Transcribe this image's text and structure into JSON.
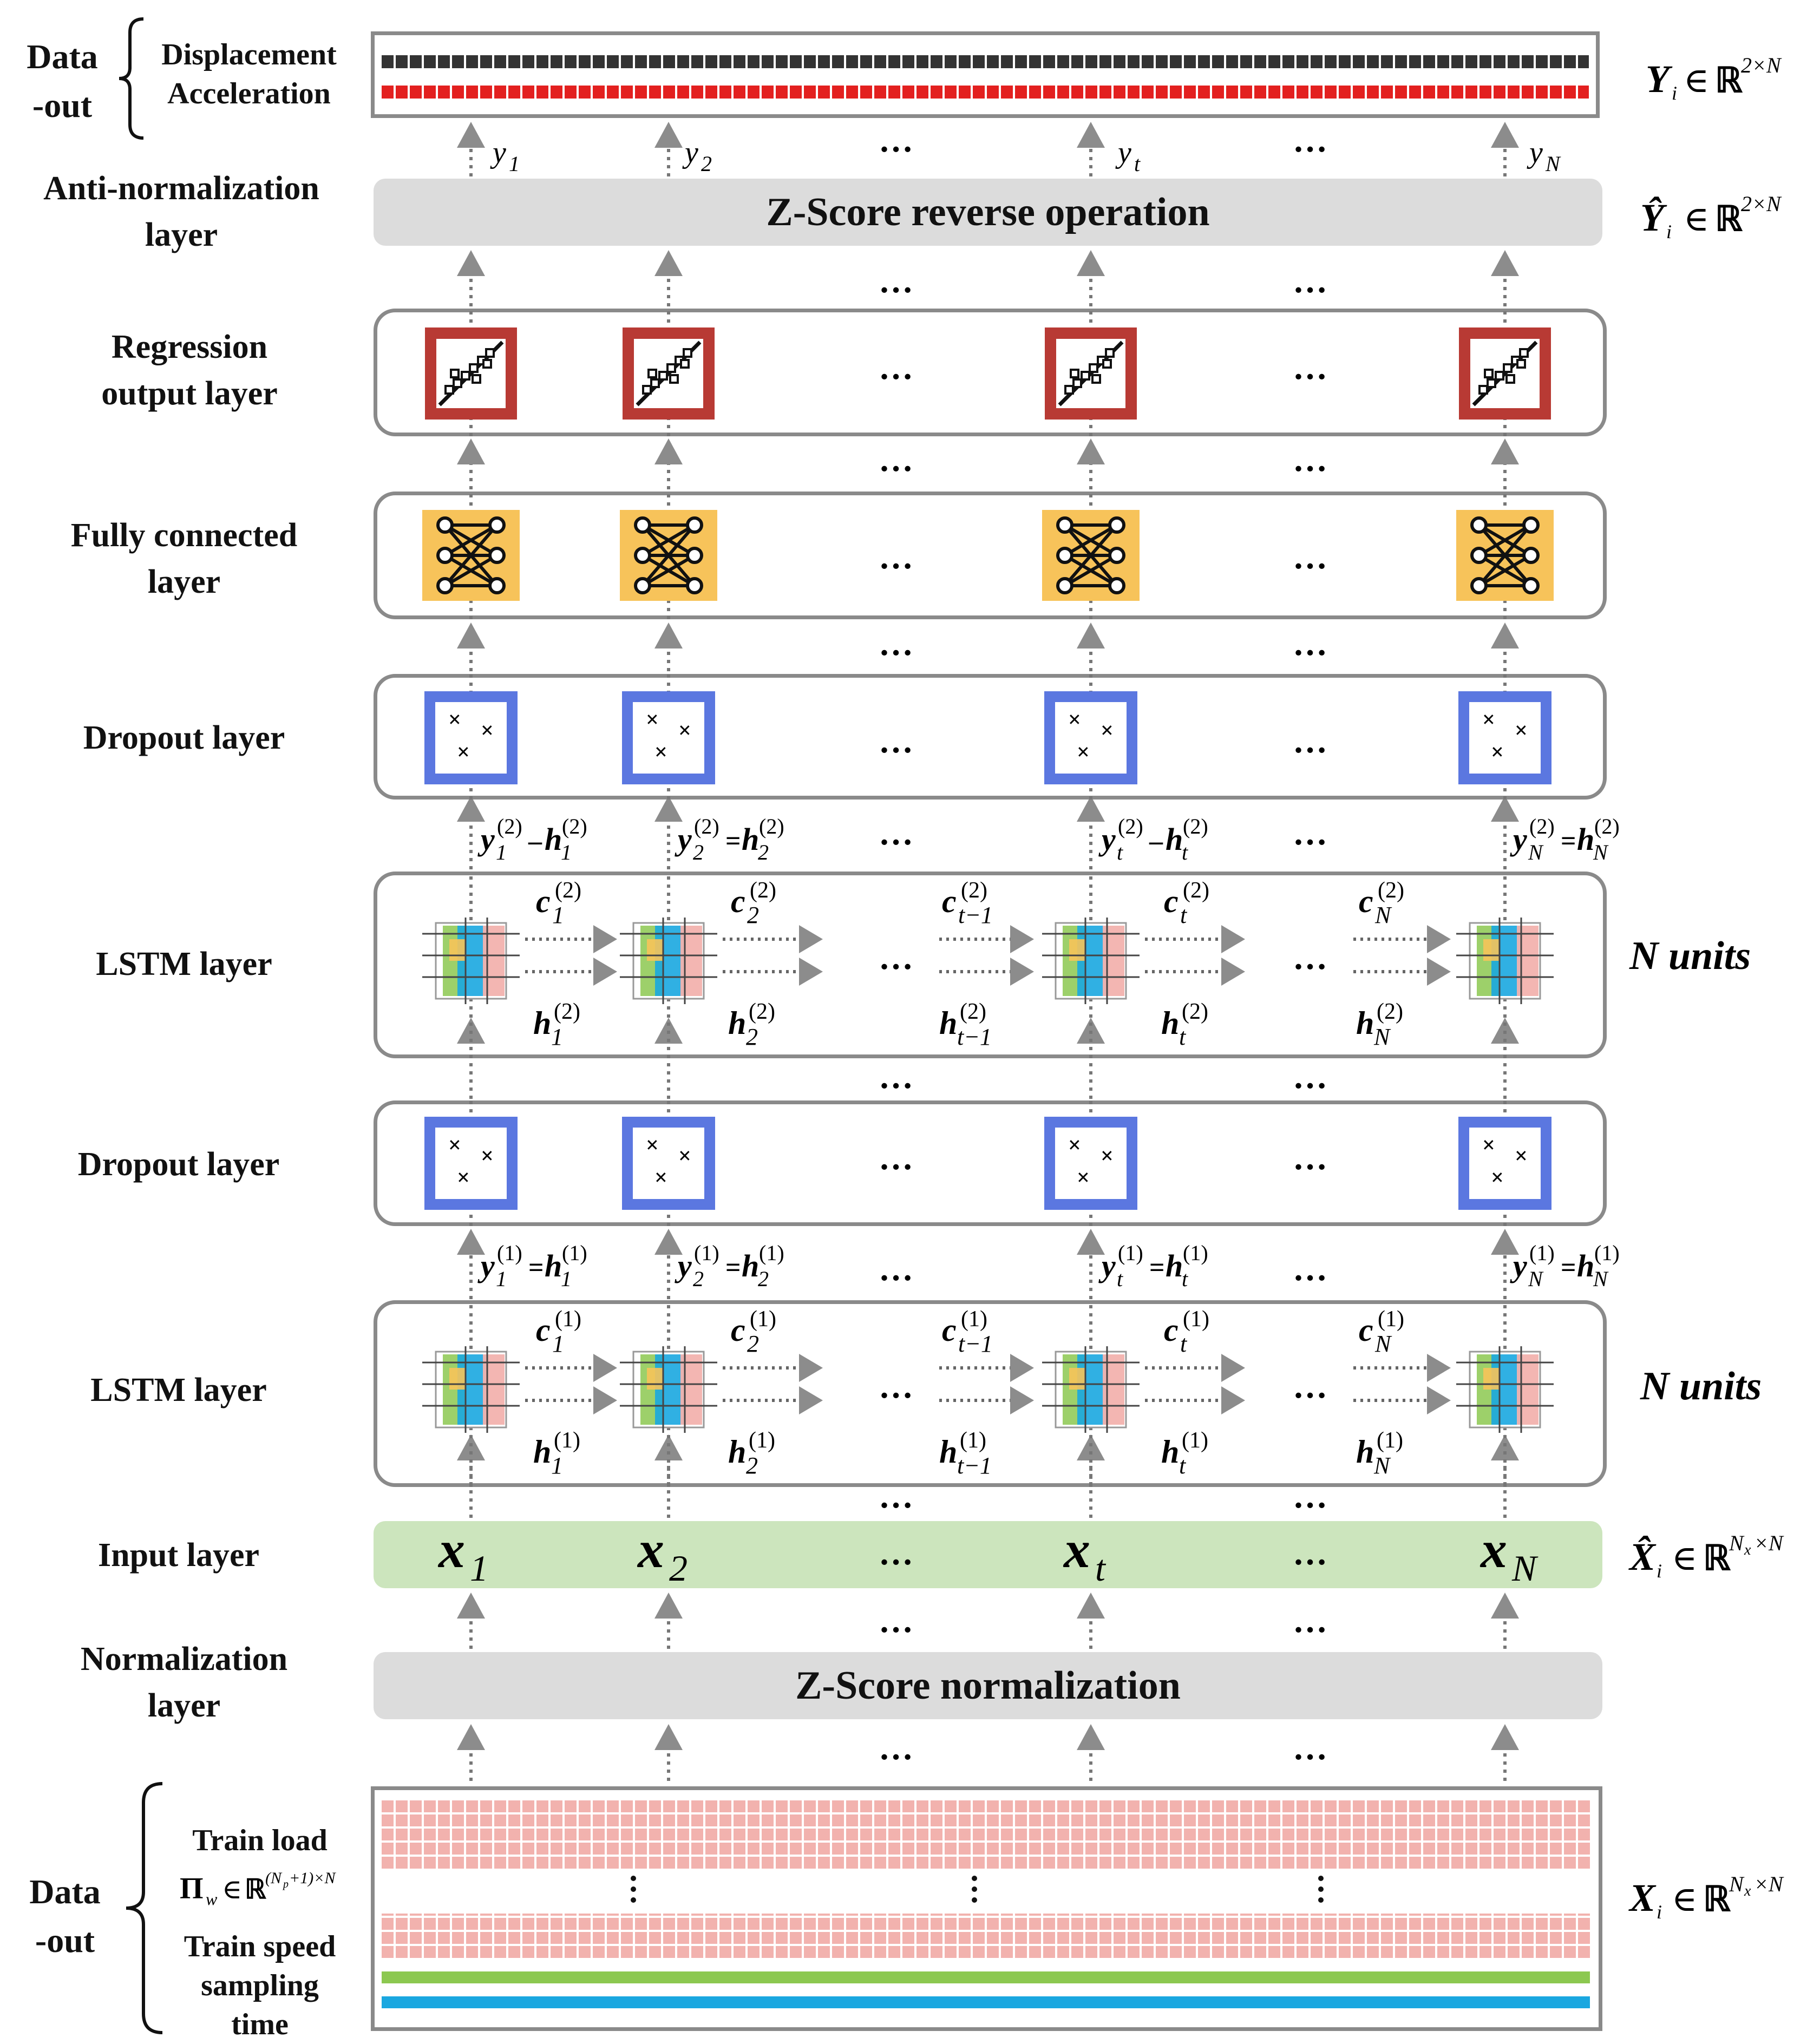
{
  "labels": {
    "data_out_top": "Data\n-out",
    "displacement": "Displacement",
    "acceleration": "Acceleration",
    "anti_norm": "Anti-normalization\nlayer",
    "regression": "Regression\noutput layer",
    "fully_connected": "Fully connected\nlayer",
    "dropout_top": "Dropout layer",
    "lstm_top": "LSTM layer",
    "dropout_bottom": "Dropout layer",
    "lstm_bottom": "LSTM layer",
    "input_layer": "Input layer",
    "norm_layer": "Normalization\nlayer",
    "data_out_bottom": "Data\n-out",
    "train_load": "Train load",
    "train_speed": "Train speed\nsampling\ntime"
  },
  "bars": {
    "reverse": "Z-Score reverse operation",
    "normalization": "Z-Score normalization"
  },
  "right_labels": {
    "y_top": "Y",
    "y_hat": "Ŷ",
    "n_units_top": "N units",
    "n_units_bottom": "N units",
    "x_hat": "X̂",
    "x_bottom": "X"
  },
  "inputs": [
    "x",
    "x",
    "x",
    "x"
  ],
  "input_subscripts": [
    "1",
    "2",
    "t",
    "N"
  ],
  "outputs": [
    "y",
    "y",
    "y",
    "y"
  ],
  "output_subscripts": [
    "1",
    "2",
    "t",
    "N"
  ],
  "ellipsis": "…",
  "colors": {
    "panel_border": "#8a8a8a",
    "regression_red": "#b83a34",
    "fc_orange": "#f7c35a",
    "dropout_blue": "#5b77e0",
    "input_green": "#cce5bd",
    "grey_bar": "#dcdcdc",
    "displacement_dark": "#333333",
    "acceleration_red": "#e3201f",
    "train_load_pink": "#f2b2ae",
    "speed_green": "#8cc850",
    "time_cyan": "#1aa7e0",
    "arrow_grey": "#8c8c8c"
  }
}
